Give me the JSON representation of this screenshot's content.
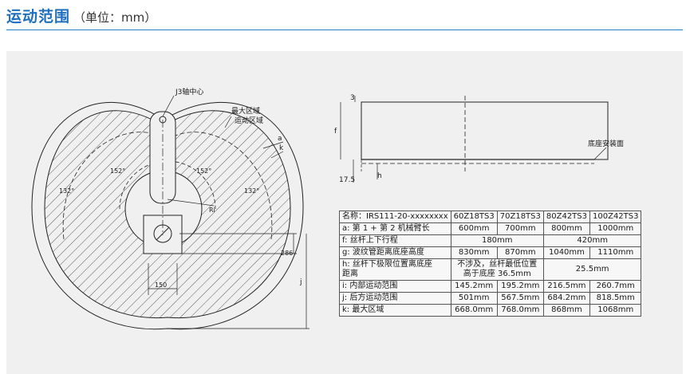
{
  "header": {
    "title": "运动范围",
    "subtitle": "（单位：mm）"
  },
  "drawing_left": {
    "labels": {
      "j3_center": "J3轴中心",
      "max_area": "最大区域",
      "motion_area": "运动区域",
      "a": "a",
      "k": "k",
      "angle_152_left": "152°",
      "angle_152_right": "152°",
      "angle_132_left": "132°",
      "angle_132_right": "132°",
      "ri": "Ri",
      "dim_286": "286",
      "dim_150": "150",
      "dim_j": "j"
    }
  },
  "drawing_right": {
    "labels": {
      "dim_3": "3",
      "dim_f": "f",
      "dim_17_5": "17.5",
      "dim_h": "h",
      "base_mount": "底座安装面"
    }
  },
  "table": {
    "header": [
      "名称：IRS111-20-xxxxxxxx",
      "60Z18TS3",
      "70Z18TS3",
      "80Z42TS3",
      "100Z42TS3"
    ],
    "rows": {
      "a": {
        "label": "a: 第 1 + 第 2 机械臂长",
        "v1": "600mm",
        "v2": "700mm",
        "v3": "800mm",
        "v4": "1000mm"
      },
      "f": {
        "label": "f: 丝杆上下行程",
        "v12": "180mm",
        "v34": "420mm"
      },
      "g": {
        "label": "g: 波纹管距离底座高度",
        "v1": "830mm",
        "v2": "870mm",
        "v3": "1040mm",
        "v4": "1110mm"
      },
      "h": {
        "label_1": "h: 丝杆下极限位置离底座",
        "label_2": "距离",
        "v12_1": "不涉及，丝杆最低位置",
        "v12_2": "高于底座 36.5mm",
        "v34": "25.5mm"
      },
      "i": {
        "label": "i: 内部运动范围",
        "v1": "145.2mm",
        "v2": "195.2mm",
        "v3": "216.5mm",
        "v4": "260.7mm"
      },
      "j": {
        "label": "j: 后方运动范围",
        "v1": "501mm",
        "v2": "567.5mm",
        "v3": "684.2mm",
        "v4": "818.5mm"
      },
      "k": {
        "label": "k: 最大区域",
        "v1": "668.0mm",
        "v2": "768.0mm",
        "v3": "868mm",
        "v4": "1068mm"
      }
    }
  }
}
